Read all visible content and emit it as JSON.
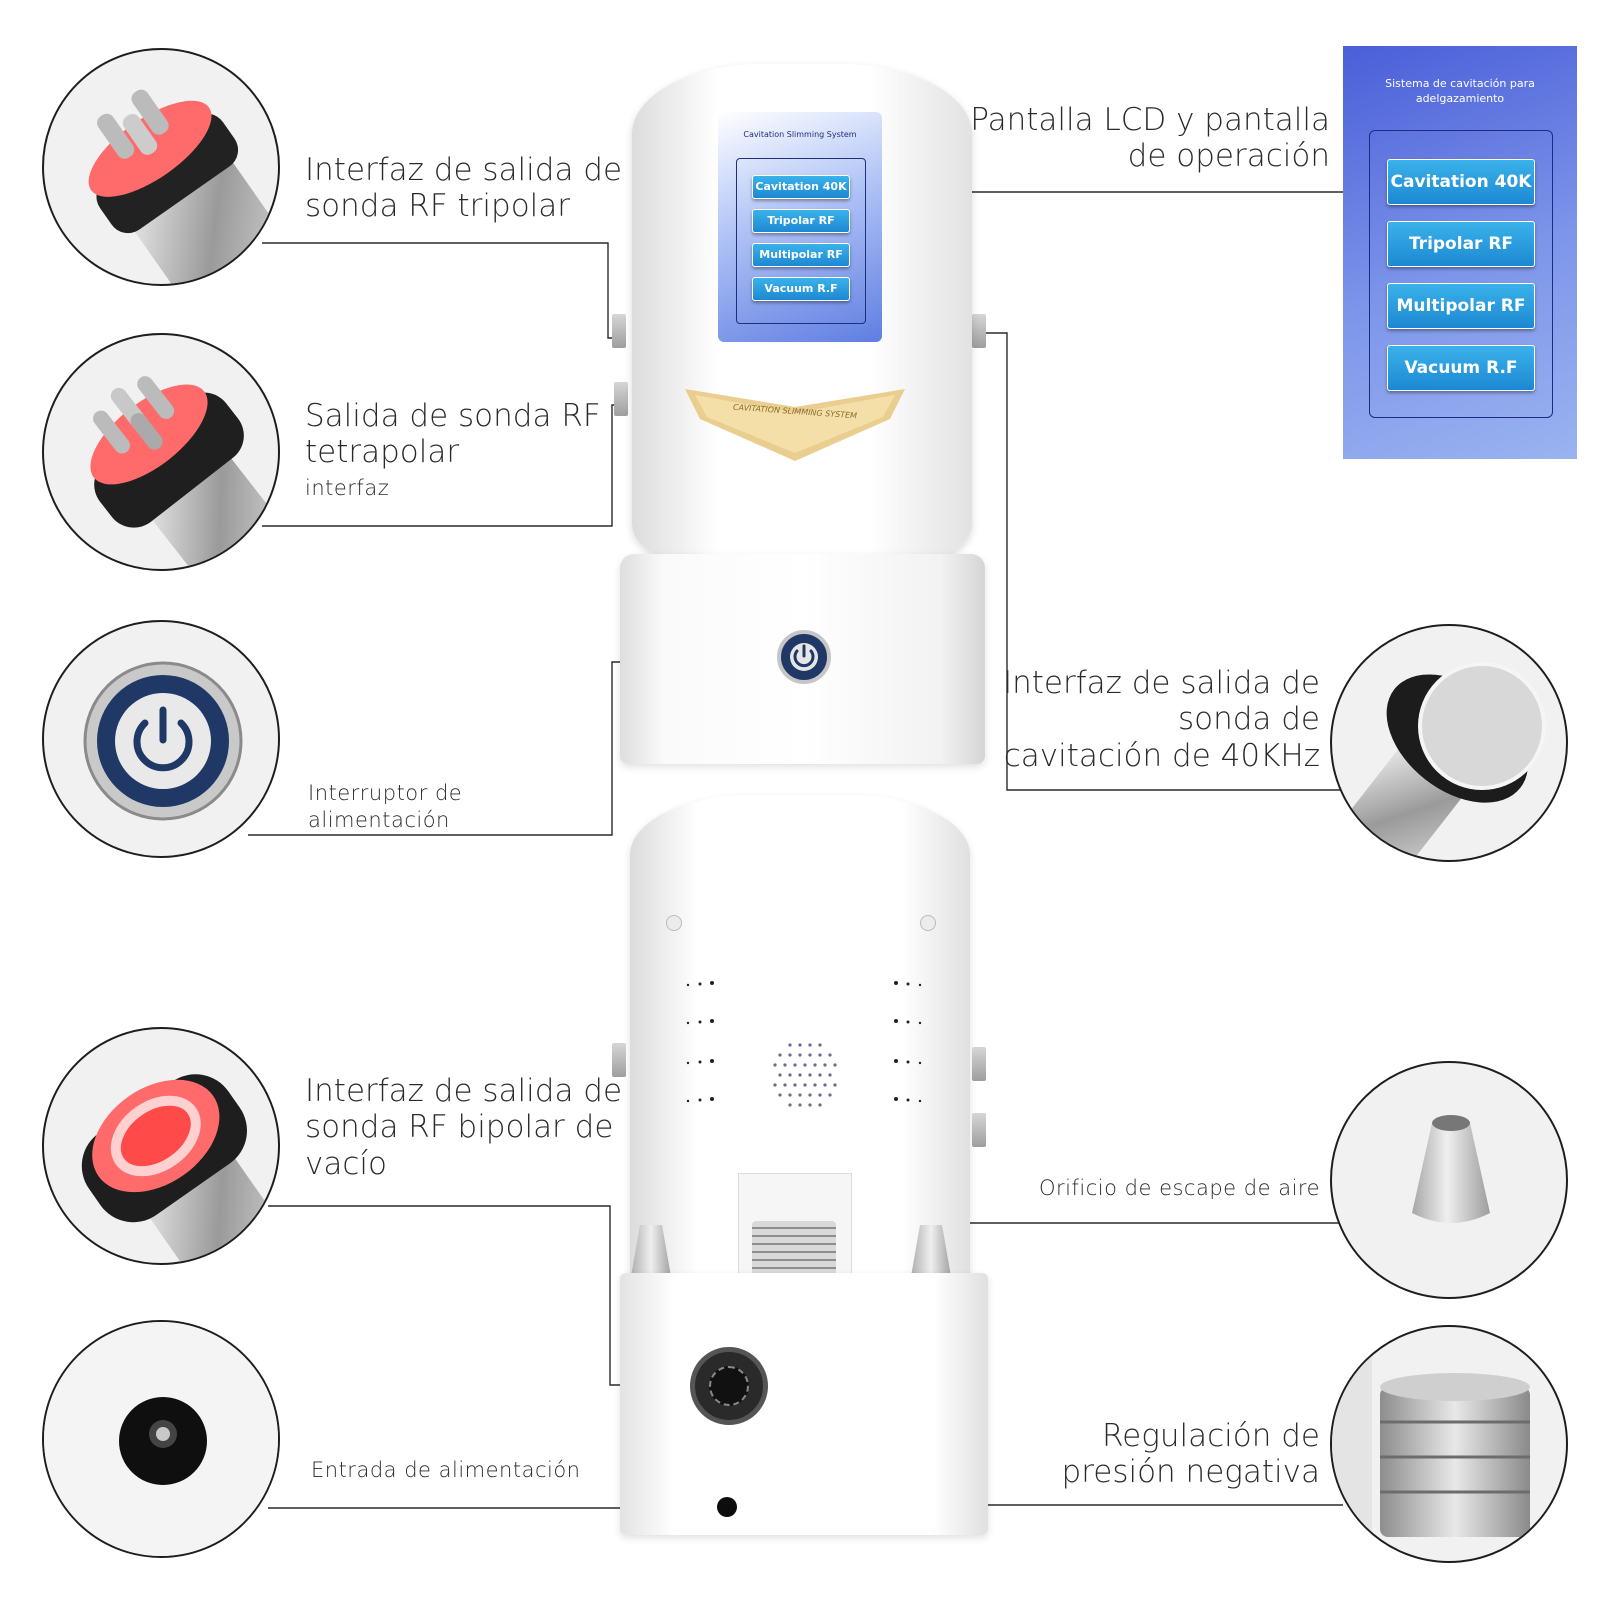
{
  "labels": {
    "tripolar": "Interfaz de salida de sonda RF tripolar",
    "tripolar_l1": "Interfaz de salida de",
    "tripolar_l2": "sonda RF tripolar",
    "tetrapolar_l1": "Salida de sonda RF",
    "tetrapolar_l2": "tetrapolar",
    "tetrapolar_l3": "interfaz",
    "power_switch_l1": "Interruptor de",
    "power_switch_l2": "alimentación",
    "lcd_l1": "Pantalla LCD y pantalla",
    "lcd_l2": "de operación",
    "cavitation_l1": "Interfaz de salida de",
    "cavitation_l2": "sonda de",
    "cavitation_l3": "cavitación de 40KHz",
    "vacuum_l1": "Interfaz de salida de",
    "vacuum_l2": "sonda RF bipolar de",
    "vacuum_l3": "vacío",
    "air_exhaust": "Orificio de escape de aire",
    "negative_pressure_l1": "Regulación de",
    "negative_pressure_l2": "presión negativa",
    "power_input": "Entrada de alimentación"
  },
  "device": {
    "screen_title": "Cavitation Slimming System",
    "logo_text": "CAVITATION SLIMMING SYSTEM",
    "menu": [
      "Cavitation 40K",
      "Tripolar RF",
      "Multipolar RF",
      "Vacuum R.F"
    ]
  },
  "lcd_zoom": {
    "title_l1": "Sistema de cavitación para",
    "title_l2": "adelgazamiento",
    "menu": [
      "Cavitation 40K",
      "Tripolar RF",
      "Multipolar RF",
      "Vacuum R.F"
    ]
  },
  "colors": {
    "accent_blue": "#1d88d2",
    "lcd_bg": "#6f84e6",
    "led_red": "#ff5a5a",
    "gold": "#e6c77e",
    "leader_line": "#2a2a2a"
  },
  "icons": [
    "power-icon"
  ]
}
